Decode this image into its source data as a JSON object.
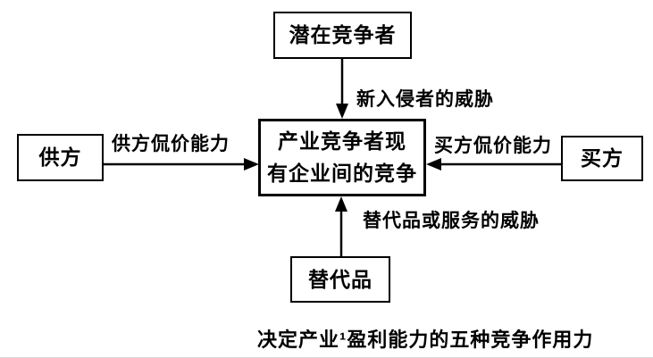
{
  "diagram": {
    "caption": "决定产业¹盈利能力的五种竞争作用力",
    "nodes": {
      "potential_competitors": {
        "label": "潜在竞争者"
      },
      "industry_rivals": {
        "label": "产业竞争者现有企业间的竞争",
        "lines": [
          "产业竞争者现",
          "有企业间的竞争"
        ]
      },
      "suppliers": {
        "label": "供方"
      },
      "buyers": {
        "label": "买方"
      },
      "substitutes": {
        "label": "替代品"
      }
    },
    "edges": {
      "new_entrants": {
        "label": "新入侵者的威胁",
        "from": "potential_competitors",
        "to": "industry_rivals",
        "arrow_direction": "down"
      },
      "supplier_power": {
        "label": "供方侃价能力",
        "from": "suppliers",
        "to": "industry_rivals",
        "arrow_direction": "right"
      },
      "buyer_power": {
        "label": "买方侃价能力",
        "from": "buyers",
        "to": "industry_rivals",
        "arrow_direction": "left"
      },
      "substitute_threat": {
        "label": "替代品或服务的威胁",
        "from": "substitutes",
        "to": "industry_rivals",
        "arrow_direction": "up"
      }
    },
    "colors": {
      "ink": "#000000",
      "background": "#ffffff"
    }
  }
}
